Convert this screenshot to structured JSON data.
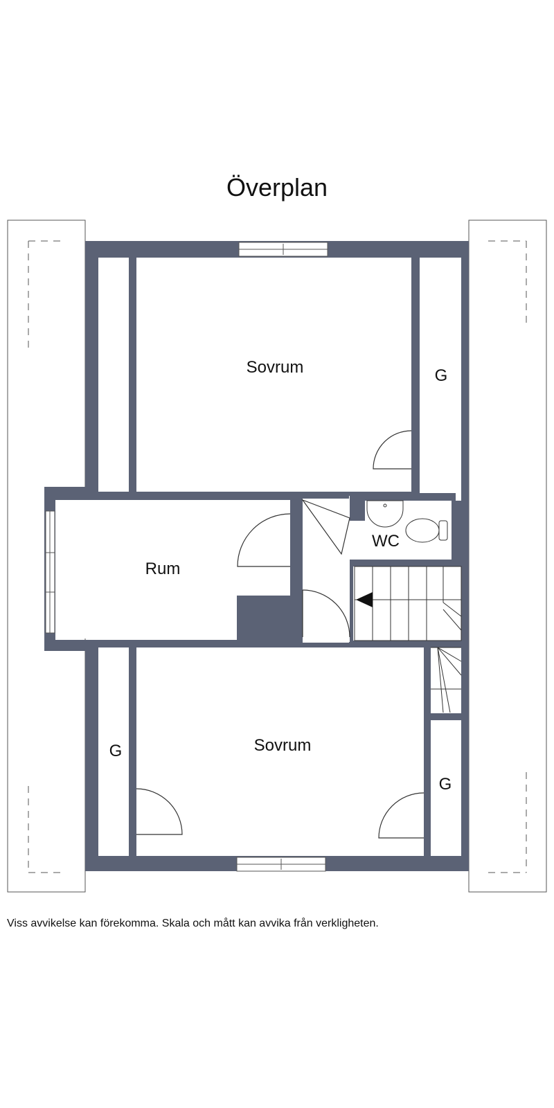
{
  "title": "Överplan",
  "rooms": {
    "sovrum_top": "Sovrum",
    "sovrum_bottom": "Sovrum",
    "rum": "Rum",
    "wc": "WC",
    "g_top_right": "G",
    "g_bottom_left": "G",
    "g_bottom_right": "G"
  },
  "disclaimer": "Viss avvikelse kan förekomma. Skala och mått kan avvika från verkligheten.",
  "colors": {
    "wall": "#5b6275",
    "background": "#ffffff",
    "line": "#333333"
  }
}
